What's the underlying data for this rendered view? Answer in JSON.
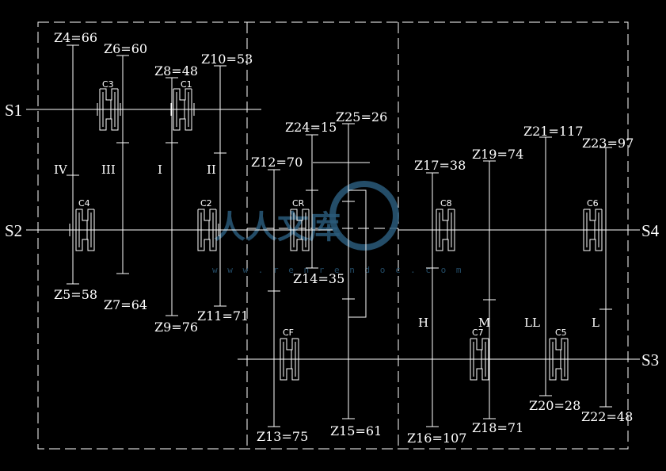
{
  "colors": {
    "background": "#000000",
    "line": "#ffffff",
    "watermark": "#2a5a7a"
  },
  "shafts": {
    "s1": "S1",
    "s2": "S2",
    "s3": "S3",
    "s4": "S4"
  },
  "gears": {
    "z4": "Z4=66",
    "z5": "Z5=58",
    "z6": "Z6=60",
    "z7": "Z7=64",
    "z8": "Z8=48",
    "z9": "Z9=76",
    "z10": "Z10=53",
    "z11": "Z11=71",
    "z12": "Z12=70",
    "z13": "Z13=75",
    "z14": "Z14=35",
    "z15": "Z15=61",
    "z16": "Z16=107",
    "z17": "Z17=38",
    "z18": "Z18=71",
    "z19": "Z19=74",
    "z20": "Z20=28",
    "z21": "Z21=117",
    "z22": "Z22=48",
    "z23": "Z23=97",
    "z24": "Z24=15",
    "z25": "Z25=26"
  },
  "clutches": {
    "c1": "C1",
    "c2": "C2",
    "c3": "C3",
    "c4": "C4",
    "c5": "C5",
    "c6": "C6",
    "c7": "C7",
    "c8": "C8",
    "cr": "CR",
    "cf": "CF"
  },
  "ranges": {
    "iv": "IV",
    "iii": "III",
    "i": "I",
    "ii": "II",
    "h": "H",
    "m": "M",
    "ll": "LL",
    "l": "L"
  },
  "watermark": {
    "text": "人人文库",
    "url": "w w w . r e n r e n d o c . c o m"
  }
}
